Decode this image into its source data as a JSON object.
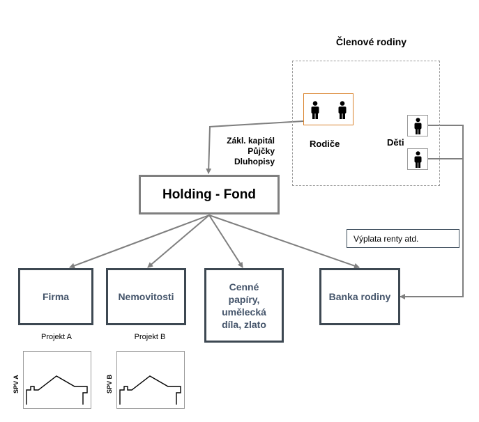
{
  "family": {
    "title": "Členové rodiny",
    "parents_label": "Rodiče",
    "children_label": "Děti"
  },
  "capital_flows": [
    "Zákl. kapitál",
    "Půjčky",
    "Dluhopisy"
  ],
  "holding": {
    "label": "Holding - Fond"
  },
  "payout": {
    "label": "Výplata renty atd."
  },
  "subsidiaries": [
    {
      "label": "Firma"
    },
    {
      "label": "Nemovitosti"
    },
    {
      "label": "Cenné papíry, umělecká díla, zlato"
    },
    {
      "label": "Banka rodiny"
    }
  ],
  "projects": [
    {
      "label": "Projekt A",
      "spv": "SPV A"
    },
    {
      "label": "Projekt B",
      "spv": "SPV B"
    }
  ],
  "colors": {
    "connector": "#7f7f7f",
    "node_border": "#3d4852",
    "node_text": "#44546a",
    "parents_border": "#d9822b"
  }
}
